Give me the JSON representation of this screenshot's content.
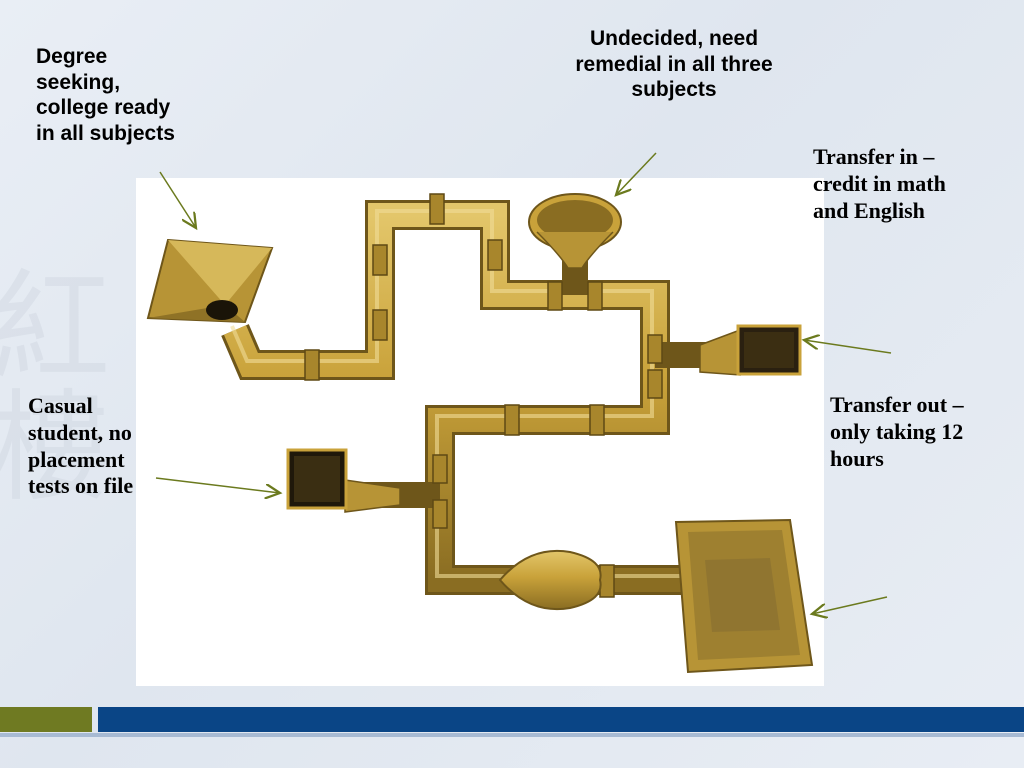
{
  "labels": {
    "degree_seeking": "Degree seeking, college ready in all subjects",
    "undecided": "Undecided, need remedial in all three subjects",
    "transfer_in": "Transfer in – credit in math and English",
    "casual": "Casual student, no placement tests on file",
    "transfer_out": "Transfer out – only taking 12 hours"
  },
  "colors": {
    "pipe": "#c9a23a",
    "pipe_dark": "#7d6420",
    "arrow": "#6b7a1e",
    "footer_olive": "#6f7a22",
    "footer_blue": "#0a4586"
  },
  "icons": {
    "diagram": "pipeline-funnel-illustration"
  }
}
